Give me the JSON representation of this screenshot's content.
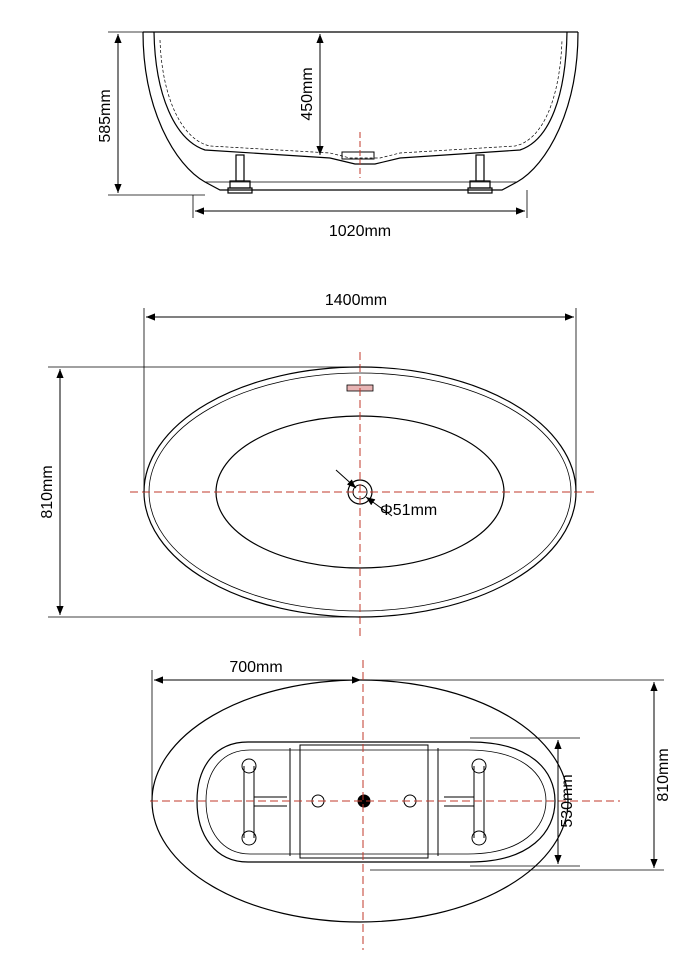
{
  "side_view": {
    "height_total": "585mm",
    "height_inner": "450mm",
    "base_length": "1020mm"
  },
  "top_view": {
    "length": "1400mm",
    "width": "810mm",
    "drain": "Φ51mm"
  },
  "bottom_view": {
    "half_length": "700mm",
    "frame_width": "530mm",
    "width": "810mm"
  },
  "colors": {
    "line": "#000000",
    "centerline": "#c0392b",
    "drain_plate": "#e8b4b4"
  }
}
